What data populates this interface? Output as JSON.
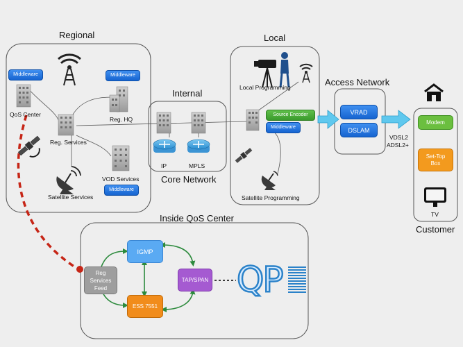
{
  "sections": {
    "regional": "Regional",
    "local": "Local",
    "internal": "Internal",
    "core_network": "Core Network",
    "access_network": "Access Network",
    "customer": "Customer",
    "inside_qos": "Inside QoS Center"
  },
  "regional": {
    "middleware_left": "Middleware",
    "qos_center": "QoS Center",
    "middleware_right": "Middleware",
    "reg_hq": "Reg. HQ",
    "reg_services": "Reg. Services",
    "vod_services": "VOD Services",
    "middleware_vod": "Middleware",
    "satellite_services": "Satellite Services"
  },
  "core": {
    "ip": "IP",
    "mpls": "MPLS"
  },
  "local": {
    "local_programming": "Local Programming",
    "source_encoder": "Source Encoder",
    "middleware": "Middleware",
    "satellite_programming": "Satellite Programming"
  },
  "access": {
    "vrad": "VRAD",
    "dslam": "DSLAM",
    "vdsl2": "VDSL2",
    "adsl2": "ADSL2+"
  },
  "customer": {
    "modem": "Modem",
    "settop_1": "Set-Top",
    "settop_2": "Box",
    "tv": "TV"
  },
  "qos": {
    "igmp": "IGMP",
    "ess": "ESS 7551",
    "tap": "TAP/SPAN",
    "reg_1": "Reg",
    "reg_2": "Services",
    "reg_3": "Feed",
    "logo": "QP"
  },
  "colors": {
    "blue_pill": "#1f6fde",
    "green_pill": "#4aa83a",
    "igmp": "#5aaaf3",
    "ess": "#f18c1b",
    "tap": "#a55ad1",
    "reg_feed": "#9e9e9e",
    "modem": "#6bbf3f",
    "settop": "#f39a1e",
    "red_dashed": "#c62516",
    "green_arrow": "#2c8a3c",
    "cyan_arrow": "#5fc8ee"
  }
}
